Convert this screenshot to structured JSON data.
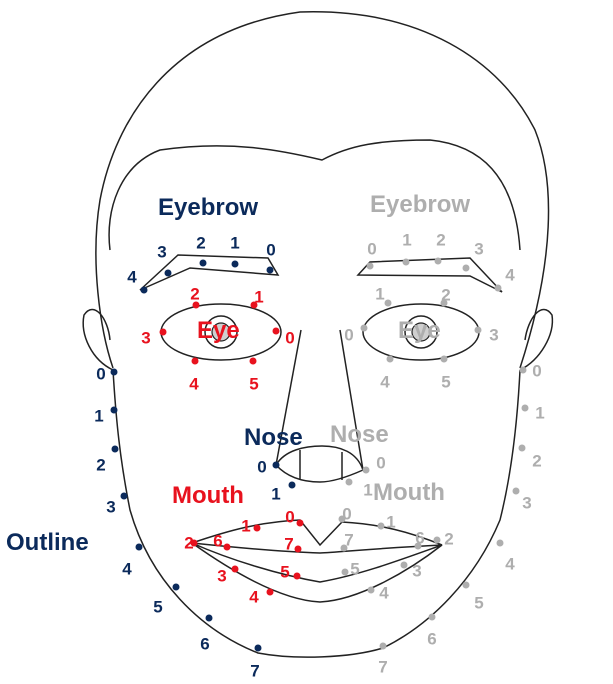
{
  "colors": {
    "navy": "#0b2a5b",
    "red": "#e8121e",
    "gray": "#aeaeae",
    "line": "#222222"
  },
  "labels": {
    "eyebrow_left": "Eyebrow",
    "eyebrow_right": "Eyebrow",
    "eye_left": "Eye",
    "eye_right": "Eye",
    "nose_left": "Nose",
    "nose_right": "Nose",
    "mouth_left": "Mouth",
    "mouth_right": "Mouth",
    "outline": "Outline"
  },
  "landmarks": {
    "outline_left": [
      "0",
      "1",
      "2",
      "3",
      "4",
      "5",
      "6",
      "7"
    ],
    "outline_right": [
      "0",
      "1",
      "2",
      "3",
      "4",
      "5",
      "6",
      "7"
    ],
    "eyebrow_left": [
      "0",
      "1",
      "2",
      "3",
      "4"
    ],
    "eyebrow_right": [
      "0",
      "1",
      "2",
      "3",
      "4"
    ],
    "eye_left": [
      "0",
      "1",
      "2",
      "3",
      "4",
      "5"
    ],
    "eye_right": [
      "0",
      "1",
      "2",
      "3",
      "4",
      "5"
    ],
    "nose_left": [
      "0",
      "1"
    ],
    "nose_right": [
      "0",
      "1"
    ],
    "mouth_left": [
      "0",
      "1",
      "2",
      "3",
      "4",
      "5",
      "6",
      "7"
    ],
    "mouth_right": [
      "0",
      "1",
      "2",
      "3",
      "4",
      "5",
      "6",
      "7"
    ]
  }
}
